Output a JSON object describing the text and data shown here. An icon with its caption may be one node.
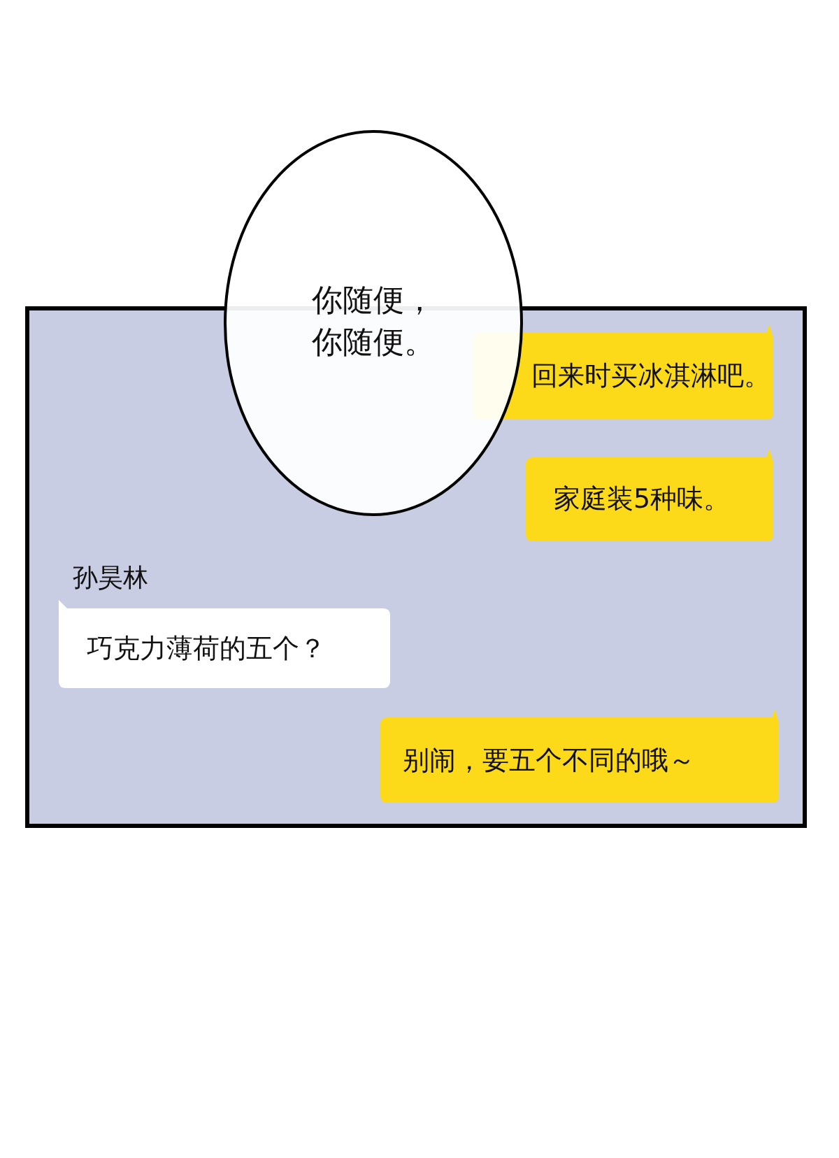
{
  "diagram": {
    "nodes": [
      {
        "text": [],
        "shape": "box"
      },
      {
        "text": [
          "你随便，你随便。"
        ]
      },
      {
        "text": [
          "回来时买冰淇淋吧。"
        ],
        "in": 0
      },
      {
        "text": [
          "家庭装5种味。"
        ],
        "in": 0
      },
      {
        "text": [
          "巧克力薄荷的五个？"
        ],
        "in": 0,
        "beside": [
          "孙昊林"
        ]
      },
      {
        "text": [
          "别闹，要五个不同的哦～"
        ],
        "in": 0
      }
    ],
    "edges": []
  }
}
